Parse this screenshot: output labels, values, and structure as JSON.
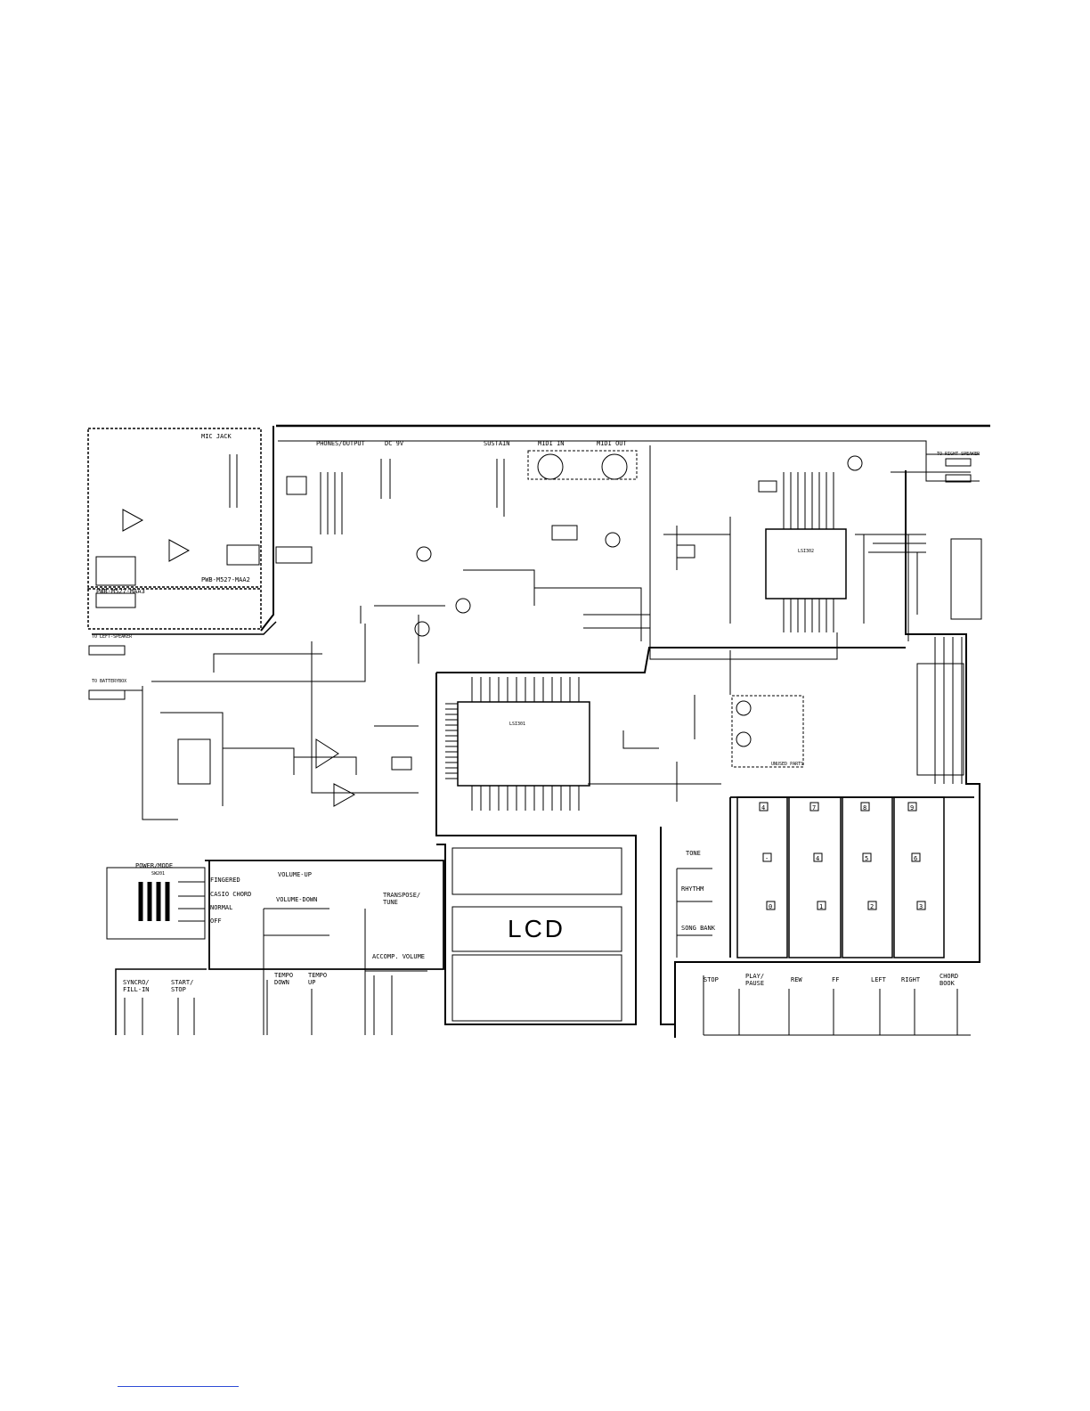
{
  "labels": {
    "mic_jack": "MIC JACK",
    "pwb_maa2": "PWB-M527-MAA2",
    "pwb_maa3": "PWB-M527-MAA3",
    "to_left_speaker": "TO LEFT-SPEAKER",
    "to_batterybox": "TO BATTERYBOX",
    "to_right_speaker": "TO RIGHT-SPEAKER",
    "phones_output": "PHONES/OUTPUT",
    "dc_9v": "DC 9V",
    "sustain": "SUSTAIN",
    "midi_in": "MIDI IN",
    "midi_out": "MIDI OUT",
    "lsi301": "LSI301",
    "lsi302": "LSI302",
    "unused_parts": "UNUSED PARTS",
    "lcd": "LCD",
    "power_mode": "POWER/MODE",
    "power_sw": "SW201",
    "mode_options": [
      "FINGERED",
      "CASIO CHORD",
      "NORMAL",
      "OFF"
    ],
    "volume_up": "VOLUME-UP",
    "volume_down": "VOLUME-DOWN",
    "tempo_down": "TEMPO\nDOWN",
    "tempo_up": "TEMPO\nUP",
    "transpose_tune": "TRANSPOSE/\nTUNE",
    "accomp_volume": "ACCOMP. VOLUME",
    "synchro_fill_in": "SYNCRO/\nFILL-IN",
    "start_stop": "START/\nSTOP",
    "tone": "TONE",
    "rhythm": "RHYTHM",
    "song_bank": "SONG BANK",
    "transport_buttons": [
      "STOP",
      "PLAY/\nPAUSE",
      "REW",
      "FF",
      "LEFT",
      "RIGHT",
      "CHORD\nBOOK"
    ],
    "number_keys": [
      "4",
      "7",
      "8",
      "9",
      "-",
      "4",
      "5",
      "6",
      "0",
      "1",
      "2",
      "3"
    ]
  }
}
